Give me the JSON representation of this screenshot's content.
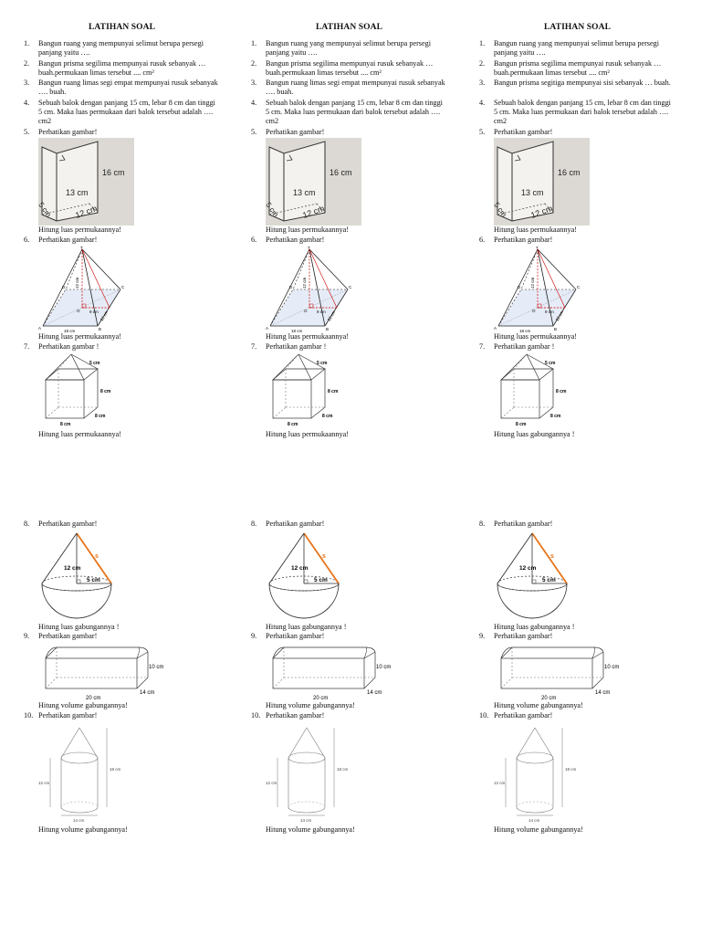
{
  "columns": [
    {
      "title": "LATIHAN SOAL",
      "questions": [
        {
          "n": "1.",
          "text": "Bangun ruang yang mempunyai selimut berupa persegi panjang yaitu …."
        },
        {
          "n": "2.",
          "text": "Bangun prisma segilima mempunyai rusuk sebanyak … buah.permukaan limas tersebut .... cm²"
        },
        {
          "n": "3.",
          "text": " Bangun ruang limas segi empat mempunyai rusuk sebanyak …. buah."
        },
        {
          "n": "4.",
          "text": "Sebuah balok dengan panjang 15 cm, lebar 8 cm dan tinggi 5 cm. Maka luas permukaan dari balok tersebut adalah …. cm2"
        },
        {
          "n": "5.",
          "text": "Perhatikan gambar!"
        },
        {
          "n": "6.",
          "text": "Perhatikan gambar!"
        },
        {
          "n": "7.",
          "text": "Perhatikan gambar !"
        },
        {
          "n": "8.",
          "text": "Perhatikan gambar!"
        },
        {
          "n": "9.",
          "text": "Perhatikan gambar!"
        },
        {
          "n": "10.",
          "text": "Perhatikan gambar!"
        }
      ],
      "captions": {
        "q5": "Hitung luas permukaannya!",
        "q6": "Hitung luas permukaannya!",
        "q7": "Hitung luas permukaannya!",
        "q8": "Hitung luas gabungannya !",
        "q9": "Hitung volume gabungannya!",
        "q10": "Hitung volume gabungannya!"
      }
    },
    {
      "title": "LATIHAN SOAL",
      "questions": [
        {
          "n": "1.",
          "text": "Bangun ruang yang mempunyai selimut berupa persegi panjang yaitu …."
        },
        {
          "n": "2.",
          "text": "Bangun prisma segilima mempunyai rusuk sebanyak … buah.permukaan limas tersebut .... cm²"
        },
        {
          "n": "3.",
          "text": " Bangun ruang limas segi empat mempunyai rusuk sebanyak …. buah."
        },
        {
          "n": "4.",
          "text": "Sebuah balok dengan panjang 15 cm, lebar 8 cm dan tinggi 5 cm. Maka luas permukaan dari balok tersebut adalah …. cm2"
        },
        {
          "n": "5.",
          "text": "Perhatikan gambar!"
        },
        {
          "n": "6.",
          "text": "Perhatikan gambar!"
        },
        {
          "n": "7.",
          "text": "Perhatikan gambar !"
        },
        {
          "n": "8.",
          "text": "Perhatikan gambar!"
        },
        {
          "n": "9.",
          "text": "Perhatikan gambar!"
        },
        {
          "n": "10.",
          "text": "Perhatikan gambar!"
        }
      ],
      "captions": {
        "q5": "Hitung luas permukaannya!",
        "q6": "Hitung luas permukaannya!",
        "q7": "Hitung luas permukaannya!",
        "q8": "Hitung luas gabungannya !",
        "q9": "Hitung volume gabungannya!",
        "q10": "Hitung volume gabungannya!"
      }
    },
    {
      "title": "LATIHAN SOAL",
      "questions": [
        {
          "n": "1.",
          "text": "Bangun ruang yang mempunyai selimut berupa persegi panjang yaitu …."
        },
        {
          "n": "2.",
          "text": "Bangun prisma segilima mempunyai rusuk sebanyak … buah.permukaan limas tersebut .... cm²"
        },
        {
          "n": "3.",
          "text": "Bangun prisma segitiga mempunyai sisi sebanyak … buah."
        },
        {
          "n": "4.",
          "text": "Sebuah balok dengan panjang 15 cm, lebar 8 cm dan tinggi 5 cm. Maka luas permukaan dari balok tersebut adalah …. cm2"
        },
        {
          "n": "5.",
          "text": "Perhatikan gambar!"
        },
        {
          "n": "6.",
          "text": "Perhatikan gambar!"
        },
        {
          "n": "7.",
          "text": "Perhatikan gambar !"
        },
        {
          "n": "8.",
          "text": "Perhatikan gambar!"
        },
        {
          "n": "9.",
          "text": "Perhatikan gambar!"
        },
        {
          "n": "10.",
          "text": "Perhatikan gambar!"
        }
      ],
      "captions": {
        "q5": "Hitung luas permukaannya!",
        "q6": "Hitung luas permukaannya!",
        "q7": "Hitung luas gabungannya !",
        "q8": "Hitung luas gabungannya !",
        "q9": "Hitung volume gabungannya!",
        "q10": "Hitung volume gabungannya!"
      }
    }
  ],
  "figures": {
    "prism": {
      "h": "16 cm",
      "hyp": "13 cm",
      "base": "12 cm",
      "depth": "5 cm"
    },
    "pyramid": {
      "h": "12 cm",
      "half": "9 cm",
      "base": "18 cm",
      "side": "12 cm",
      "labels": [
        "T",
        "A",
        "B",
        "C",
        "D",
        "O"
      ]
    },
    "cube_roof": {
      "top": "5 cm",
      "h": "8 cm",
      "depth": "8 cm",
      "w": "8 cm"
    },
    "cone_hemi": {
      "slant": "s",
      "h": "12 cm",
      "r": "5 cm"
    },
    "box_cyl": {
      "h": "10 cm",
      "w": "20 cm",
      "d": "14 cm"
    },
    "cone_cyl": {
      "total": "18 cm",
      "cyl": "12 cm",
      "d": "14 cm"
    }
  }
}
